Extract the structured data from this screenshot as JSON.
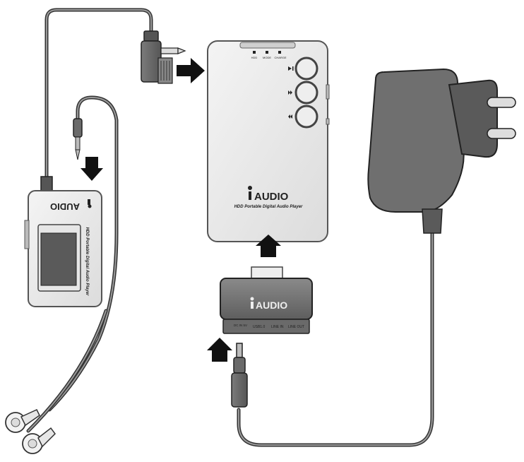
{
  "main_player": {
    "brand": "AUDIO",
    "subtitle": "HDD Portable Digital Audio Player",
    "indicators": [
      "HDD",
      "MODE",
      "CHARGE"
    ]
  },
  "remote_player": {
    "brand": "AUDIO",
    "subtitle": "HDD Portable Digital Audio Player"
  },
  "cradle": {
    "brand": "AUDIO",
    "ports": [
      "DC IN 5V",
      "USB1.0",
      "LINE IN",
      "LINE OUT"
    ]
  },
  "icons": {
    "play_pause": "play-pause-icon",
    "fast_forward": "fast-forward-icon",
    "rewind": "rewind-icon"
  }
}
